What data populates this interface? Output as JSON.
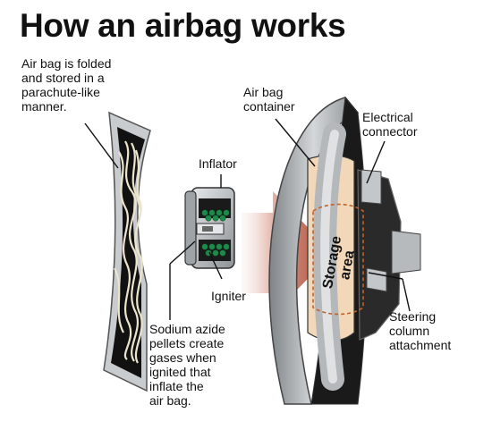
{
  "title": "How an airbag works",
  "labels": {
    "folded": "Air bag is folded\nand stored in a\nparachute-like\nmanner.",
    "container": "Air bag\ncontainer",
    "connector": "Electrical\nconnector",
    "inflator": "Inflator",
    "igniter": "Igniter",
    "pellets": "Sodium azide\npellets create\ngases when\nignited  that\ninflate the\nair bag.",
    "storage": "Storage\narea",
    "steering": "Steering\ncolumn\nattachment"
  },
  "colors": {
    "arrow": "#b8604e",
    "pellets": "#1e8a4a",
    "rim": "#a9adb0",
    "storage_fill": "#f2d8b8",
    "cushion": "#ece4cc"
  }
}
